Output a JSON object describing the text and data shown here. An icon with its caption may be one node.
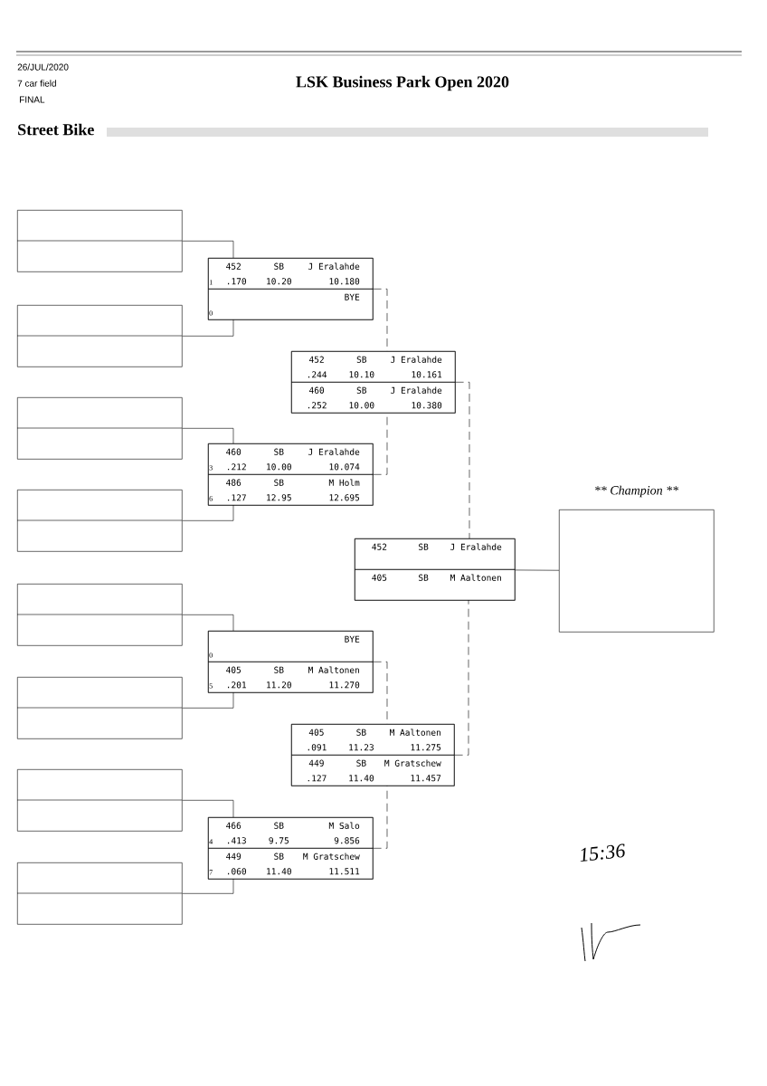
{
  "diagram": {
    "title": "LSK Business Park Open 2020",
    "nodes": [
      {
        "text": [],
        "shape": "box"
      },
      {
        "text": [],
        "shape": "box"
      },
      {
        "text": [],
        "shape": "box"
      },
      {
        "text": [],
        "shape": "box"
      },
      {
        "text": [],
        "shape": "box"
      },
      {
        "text": [],
        "shape": "box"
      },
      {
        "text": [],
        "shape": "box"
      },
      {
        "text": [],
        "shape": "box"
      },
      {
        "text": [],
        "shape": "box"
      },
      {
        "text": [
          "452",
          "SB",
          "J Eralahde",
          "1",
          ".170",
          "10.20",
          "10.180"
        ],
        "in": 8
      },
      {
        "text": [
          "BYE",
          "0"
        ],
        "in": 8
      },
      {
        "text": [],
        "shape": "box"
      },
      {
        "text": [
          "452",
          "SB",
          "J Eralahde",
          ".244",
          "10.10",
          "10.161"
        ],
        "in": 11
      },
      {
        "text": [
          "460",
          "SB",
          "J Eralahde",
          ".252",
          "10.00",
          "10.380"
        ],
        "in": 11
      },
      {
        "text": [],
        "shape": "box"
      },
      {
        "text": [
          "460",
          "SB",
          "J Eralahde",
          "3",
          ".212",
          "10.00",
          "10.074"
        ],
        "in": 14
      },
      {
        "text": [
          "486",
          "SB",
          "M Holm",
          "6",
          ".127",
          "12.95",
          "12.695"
        ],
        "in": 14
      },
      {
        "text": [],
        "shape": "box"
      },
      {
        "text": [
          "452",
          "SB",
          "J Eralahde"
        ],
        "in": 17
      },
      {
        "text": [
          "405",
          "SB",
          "M Aaltonen"
        ],
        "in": 17
      },
      {
        "text": [],
        "shape": "box"
      },
      {
        "text": [
          "BYE",
          "0"
        ],
        "in": 20
      },
      {
        "text": [
          "405",
          "SB",
          "M Aaltonen",
          "5",
          ".201",
          "11.20",
          "11.270"
        ],
        "in": 20
      },
      {
        "text": [],
        "shape": "box"
      },
      {
        "text": [
          "405",
          "SB",
          "M Aaltonen",
          ".091",
          "11.23",
          "11.275"
        ],
        "in": 23
      },
      {
        "text": [
          "449",
          "SB",
          "M Gratschew",
          ".127",
          "11.40",
          "11.457"
        ],
        "in": 23
      },
      {
        "text": [],
        "shape": "box"
      },
      {
        "text": [
          "466",
          "SB",
          "M Salo",
          "4",
          ".413",
          "9.75",
          "9.856"
        ],
        "in": 26
      },
      {
        "text": [
          "449",
          "SB",
          "M Gratschew",
          "7",
          ".060",
          "11.40",
          "11.511"
        ],
        "in": 26
      },
      {
        "text": [
          "** Champion **"
        ]
      }
    ],
    "edges": [
      {
        "from": 0,
        "to": 8,
        "arrow": "none"
      },
      {
        "from": 1,
        "to": 8,
        "arrow": "none"
      },
      {
        "from": 2,
        "to": 14,
        "arrow": "none"
      },
      {
        "from": 3,
        "to": 14,
        "arrow": "none"
      },
      {
        "from": 4,
        "to": 20,
        "arrow": "none"
      },
      {
        "from": 5,
        "to": 20,
        "arrow": "none"
      },
      {
        "from": 6,
        "to": 26,
        "arrow": "none"
      },
      {
        "from": 7,
        "to": 26,
        "arrow": "none"
      },
      {
        "from": 8,
        "to": 11,
        "arrow": "none",
        "style": "dashed"
      },
      {
        "from": 14,
        "to": 11,
        "arrow": "none",
        "style": "dashed"
      },
      {
        "from": 20,
        "to": 23,
        "arrow": "none",
        "style": "dashed"
      },
      {
        "from": 26,
        "to": 23,
        "arrow": "none",
        "style": "dashed"
      },
      {
        "from": 11,
        "to": 17,
        "arrow": "none",
        "style": "dashed"
      },
      {
        "from": 23,
        "to": 17,
        "arrow": "none",
        "style": "dashed"
      },
      {
        "from": 17,
        "to": 29,
        "arrow": "none"
      }
    ],
    "labels": [
      "26/JUL/2020",
      "7 car field",
      "FINAL",
      "Street Bike",
      "15:36"
    ]
  }
}
